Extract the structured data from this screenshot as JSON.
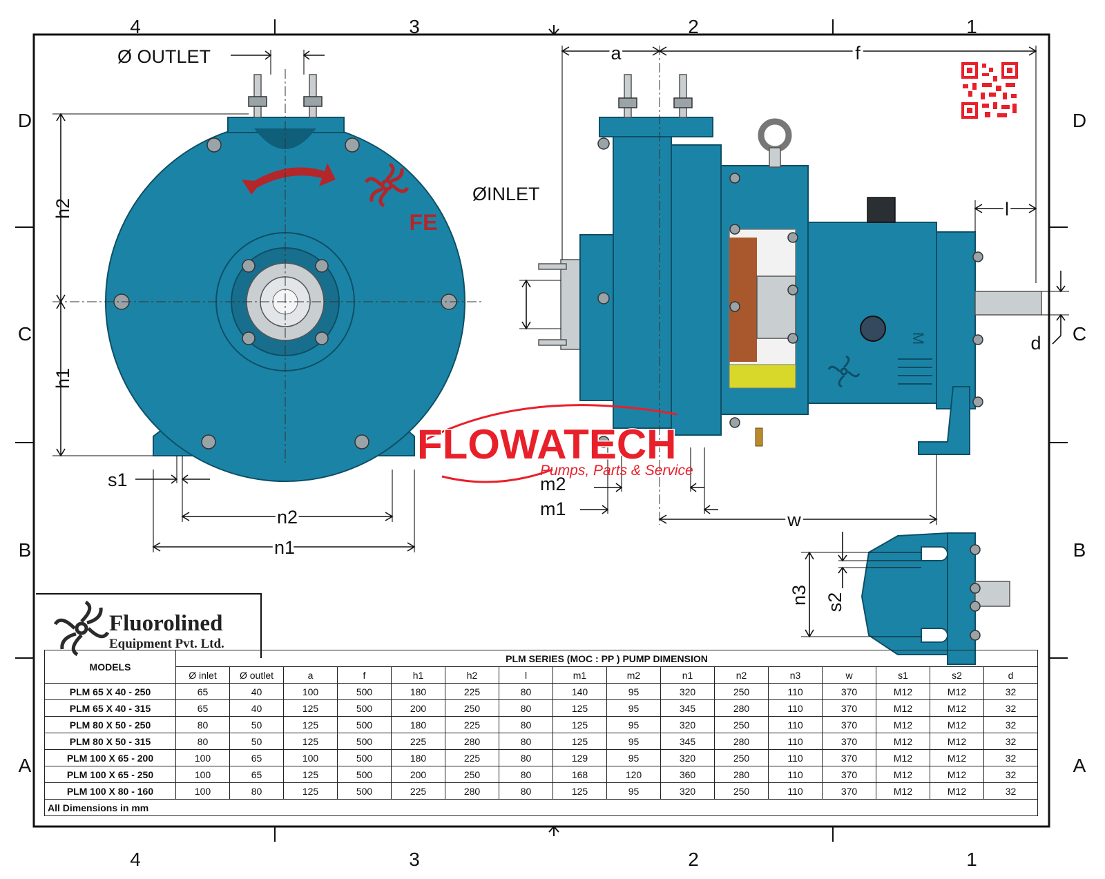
{
  "zones": {
    "columns_top": [
      "4",
      "3",
      "2",
      "1"
    ],
    "columns_bottom": [
      "4",
      "3",
      "2",
      "1"
    ],
    "rows_left": [
      "D",
      "C",
      "B",
      "A"
    ],
    "rows_right": [
      "D",
      "C",
      "B",
      "A"
    ]
  },
  "front_view": {
    "outlet_label": "Ø OUTLET",
    "dims": {
      "h1": "h1",
      "h2": "h2",
      "s1": "s1",
      "n1": "n1",
      "n2": "n2"
    },
    "logo_text": "FE"
  },
  "side_view": {
    "inlet_label": "ØINLET",
    "dims": {
      "a": "a",
      "f": "f",
      "l": "l",
      "d": "d",
      "m1": "m1",
      "m2": "m2",
      "w": "w"
    },
    "motor_mark": "M"
  },
  "foot_view": {
    "dims": {
      "n3": "n3",
      "s2": "s2"
    }
  },
  "watermark": {
    "brand": "FLOWATECH",
    "tagline": "Pumps, Parts & Service"
  },
  "company": {
    "name": "Fluorolined",
    "subtitle": "Equipment Pvt. Ltd."
  },
  "colors": {
    "pump_body": "#1b84a6",
    "brand_red": "#e8202a",
    "arrow_red": "#b3262a"
  },
  "table": {
    "models_header": "MODELS",
    "title": "PLM SERIES (MOC : PP ) PUMP DIMENSION",
    "columns": [
      "Ø inlet",
      "Ø outlet",
      "a",
      "f",
      "h1",
      "h2",
      "l",
      "m1",
      "m2",
      "n1",
      "n2",
      "n3",
      "w",
      "s1",
      "s2",
      "d"
    ],
    "rows": [
      {
        "model": "PLM 65 X 40 - 250",
        "values": [
          "65",
          "40",
          "100",
          "500",
          "180",
          "225",
          "80",
          "140",
          "95",
          "320",
          "250",
          "110",
          "370",
          "M12",
          "M12",
          "32"
        ]
      },
      {
        "model": "PLM 65 X 40 - 315",
        "values": [
          "65",
          "40",
          "125",
          "500",
          "200",
          "250",
          "80",
          "125",
          "95",
          "345",
          "280",
          "110",
          "370",
          "M12",
          "M12",
          "32"
        ]
      },
      {
        "model": "PLM 80 X 50 - 250",
        "values": [
          "80",
          "50",
          "125",
          "500",
          "180",
          "225",
          "80",
          "125",
          "95",
          "320",
          "250",
          "110",
          "370",
          "M12",
          "M12",
          "32"
        ]
      },
      {
        "model": "PLM  80 X 50 - 315",
        "values": [
          "80",
          "50",
          "125",
          "500",
          "225",
          "280",
          "80",
          "125",
          "95",
          "345",
          "280",
          "110",
          "370",
          "M12",
          "M12",
          "32"
        ]
      },
      {
        "model": "PLM 100 X 65 - 200",
        "values": [
          "100",
          "65",
          "100",
          "500",
          "180",
          "225",
          "80",
          "129",
          "95",
          "320",
          "250",
          "110",
          "370",
          "M12",
          "M12",
          "32"
        ]
      },
      {
        "model": "PLM 100 X 65 - 250",
        "values": [
          "100",
          "65",
          "125",
          "500",
          "200",
          "250",
          "80",
          "168",
          "120",
          "360",
          "280",
          "110",
          "370",
          "M12",
          "M12",
          "32"
        ]
      },
      {
        "model": "PLM 100 X 80 - 160",
        "values": [
          "100",
          "80",
          "125",
          "500",
          "225",
          "280",
          "80",
          "125",
          "95",
          "320",
          "250",
          "110",
          "370",
          "M12",
          "M12",
          "32"
        ]
      }
    ],
    "note": "All Dimensions in mm"
  }
}
